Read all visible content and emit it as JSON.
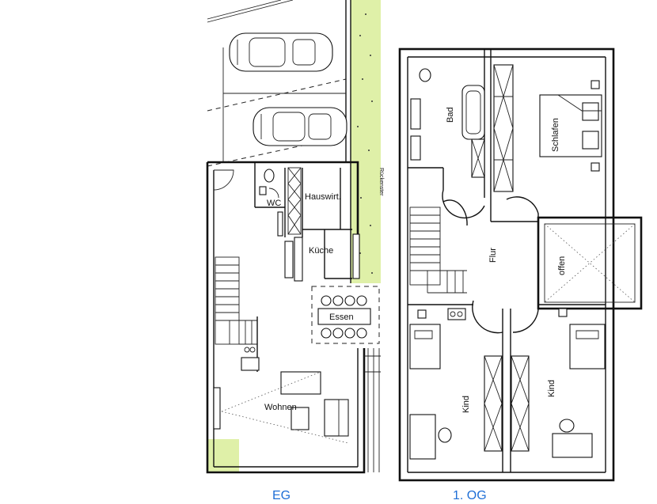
{
  "colors": {
    "garden": "#dff0a8",
    "caption": "#1f6fd6",
    "line": "#111111"
  },
  "rooms_eg": {
    "wc": "WC",
    "hauswirt": "Hauswirt.",
    "kueche": "Küche",
    "essen": "Essen",
    "wohnen": "Wohnen",
    "strip": "Rückenster"
  },
  "rooms_og": {
    "bad": "Bad",
    "schlafen": "Schlafen",
    "flur": "Flur",
    "offen": "offen",
    "kind_left": "Kind",
    "kind_right": "Kind"
  },
  "captions": {
    "eg": "EG",
    "og": "1. OG"
  }
}
